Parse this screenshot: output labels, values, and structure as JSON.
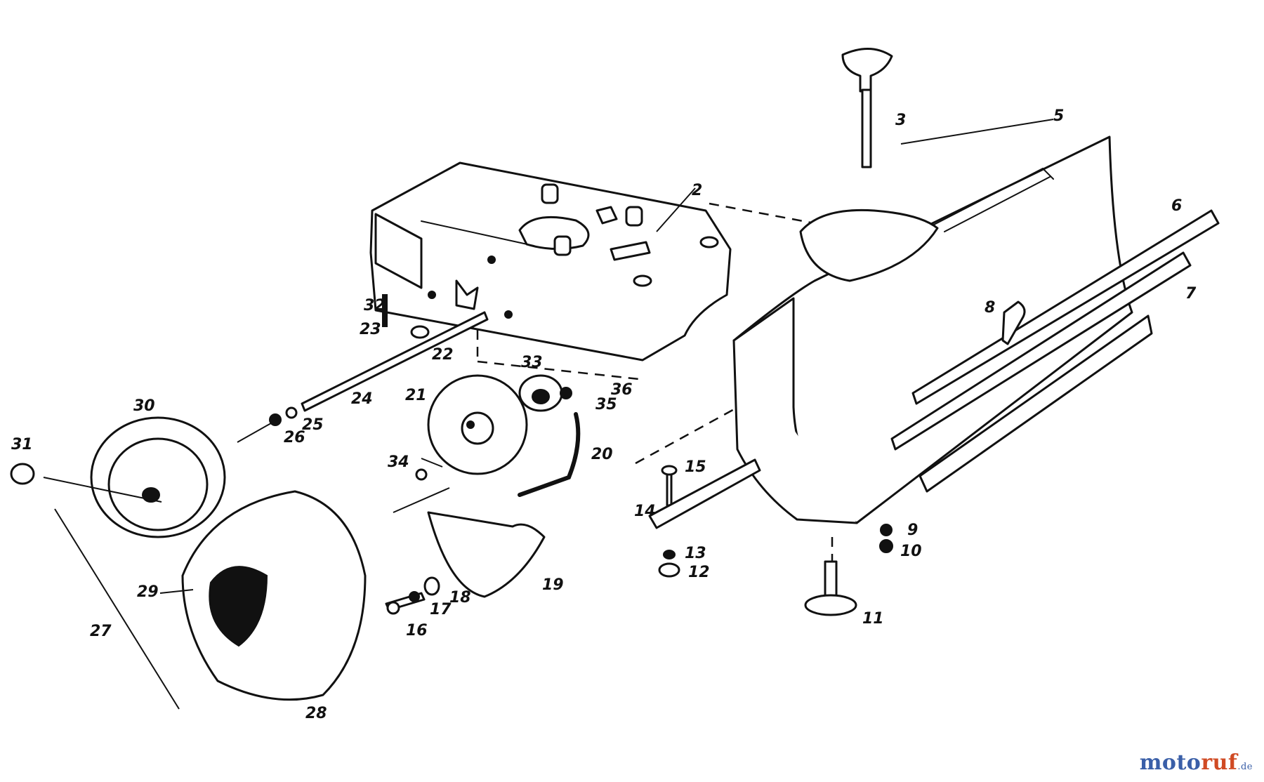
{
  "callouts": [
    {
      "id": "2",
      "text": "2"
    },
    {
      "id": "3",
      "text": "3"
    },
    {
      "id": "5",
      "text": "5"
    },
    {
      "id": "6",
      "text": "6"
    },
    {
      "id": "7",
      "text": "7"
    },
    {
      "id": "8",
      "text": "8"
    },
    {
      "id": "9",
      "text": "9"
    },
    {
      "id": "10",
      "text": "10"
    },
    {
      "id": "11",
      "text": "11"
    },
    {
      "id": "12",
      "text": "12"
    },
    {
      "id": "13",
      "text": "13"
    },
    {
      "id": "14",
      "text": "14"
    },
    {
      "id": "15",
      "text": "15"
    },
    {
      "id": "16",
      "text": "16"
    },
    {
      "id": "17",
      "text": "17"
    },
    {
      "id": "18",
      "text": "18"
    },
    {
      "id": "19",
      "text": "19"
    },
    {
      "id": "20",
      "text": "20"
    },
    {
      "id": "21",
      "text": "21"
    },
    {
      "id": "22",
      "text": "22"
    },
    {
      "id": "23",
      "text": "23"
    },
    {
      "id": "24",
      "text": "24"
    },
    {
      "id": "25",
      "text": "25"
    },
    {
      "id": "26",
      "text": "26"
    },
    {
      "id": "27",
      "text": "27"
    },
    {
      "id": "28",
      "text": "28"
    },
    {
      "id": "29",
      "text": "29"
    },
    {
      "id": "30",
      "text": "30"
    },
    {
      "id": "31",
      "text": "31"
    },
    {
      "id": "32",
      "text": "32"
    },
    {
      "id": "33",
      "text": "33"
    },
    {
      "id": "34",
      "text": "34"
    },
    {
      "id": "35",
      "text": "35"
    },
    {
      "id": "36",
      "text": "36"
    }
  ],
  "watermark": {
    "part1": "moto",
    "part2": "ruf",
    "tld": ".de"
  },
  "colors": {
    "line": "#111111",
    "background": "#ffffff",
    "brand_blue": "#3a5fa8",
    "brand_orange": "#d04a23"
  }
}
